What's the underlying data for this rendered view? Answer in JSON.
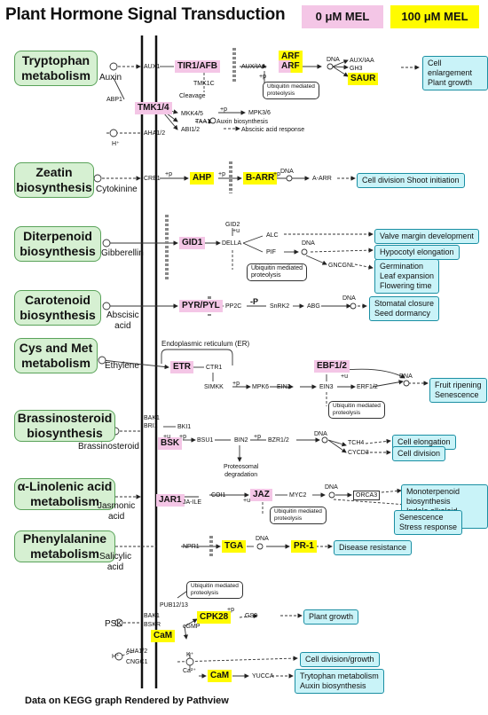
{
  "title": "Plant Hormone Signal Transduction",
  "legend": [
    {
      "label": "0 μM MEL",
      "color": "#f4c6e6"
    },
    {
      "label": "100 μM MEL",
      "color": "#fffb00"
    }
  ],
  "footer": "Data on KEGG graph Rendered by Pathview",
  "pathways": [
    "Tryptophan\nmetabolism",
    "Zeatin\nbiosynthesis",
    "Diterpenoid\nbiosynthesis",
    "Carotenoid\nbiosynthesis",
    "Cys and Met\nmetabolism",
    "Brassinosteroid\nbiosynthesis",
    "α-Linolenic acid\nmetabolism",
    "Phenylalanine\nmetabolism"
  ],
  "ligands": [
    "Auxin",
    "Cytokinine",
    "Gibberellin",
    "Abscisic\nacid",
    "Ethylene",
    "Brassinosteroid",
    "Jasmonic\nacid",
    "Salicylic\nacid",
    "PSK"
  ],
  "highlight_pink": [
    "TIR1/AFB",
    "TMK1/4",
    "GID1",
    "PYR/PYL",
    "ETR",
    "EBF1/2",
    "BSK",
    "JAR1",
    "JAZ"
  ],
  "highlight_yellow": [
    "ARF",
    "SAUR",
    "AHP",
    "B-ARR",
    "TGA",
    "PR-1",
    "CPK28",
    "CaM",
    "CaM"
  ],
  "highlight_pink_yellow": [
    "ARF"
  ],
  "genes": [
    "AUX1",
    "ABP1",
    "Cleavage",
    "AUX/IAA",
    "DNA",
    "AUX/IAA",
    "GH3",
    "TMK1C",
    "MKK4/5",
    "MPK3/6",
    "TAA1",
    "Auxin biosynthesis",
    "ABI1/2",
    "Abscisic acid response",
    "AHA1/2",
    "H⁺",
    "CRE1",
    "DNA",
    "A-ARR",
    "GID2",
    "DELLA",
    "ALC",
    "PIF",
    "DNA",
    "GNCGNL",
    "PP2C",
    "SnRK2",
    "ABG",
    "DNA",
    "Endoplasmic reticulum (ER)",
    "CTR1",
    "SIMKK",
    "MPK6",
    "EIN2",
    "EIN3",
    "ERF1/2",
    "DNA",
    "BAK1",
    "BRI1",
    "BKI1",
    "BSU1",
    "BIN2",
    "BZR1/2",
    "DNA",
    "TCH4",
    "CYCD3",
    "Proteosomal\ndegradation",
    "COI1",
    "JA-ILE",
    "MYC2",
    "DNA",
    "ORCA3",
    "NPR1",
    "DNA",
    "PUB12/13",
    "BAK1",
    "BSKR",
    "cGMP",
    "GS2",
    "AHA1/2",
    "H⁺",
    "CNGC1",
    "K⁺",
    "Ca²⁺",
    "YUCCA"
  ],
  "notes": [
    "Ubiquitin mediated\nproteolysis",
    "Ubiquitin mediated\nproteolysis",
    "Ubiquitin mediated\nproteolysis",
    "Ubiquitin mediated\nproteolysis",
    "Ubiquitin mediated\nproteolysis"
  ],
  "outcomes": [
    "Cell enlargement\nPlant growth",
    "Cell division Shoot initiation",
    "Valve margin development",
    "Hypocotyl elongation",
    "Germination\nLeaf expansion\nFlowering time",
    "Stomatal closure\nSeed dormancy",
    "Fruit ripening\nSenescence",
    "Cell elongation",
    "Cell division",
    "Monoterpenoid biosynthesis\nIndole alkaloid biosynthesis",
    "Senescence\nStress response",
    "Disease resistance",
    "Plant growth",
    "Cell division/growth",
    "Trytophan metabolism\nAuxin biosynthesis"
  ],
  "phospho": [
    "+p",
    "+p",
    "+p",
    "+p",
    "+p",
    "-P",
    "+p",
    "+p",
    "+p",
    "+u",
    "+u",
    "+u",
    "+u",
    "+p"
  ]
}
